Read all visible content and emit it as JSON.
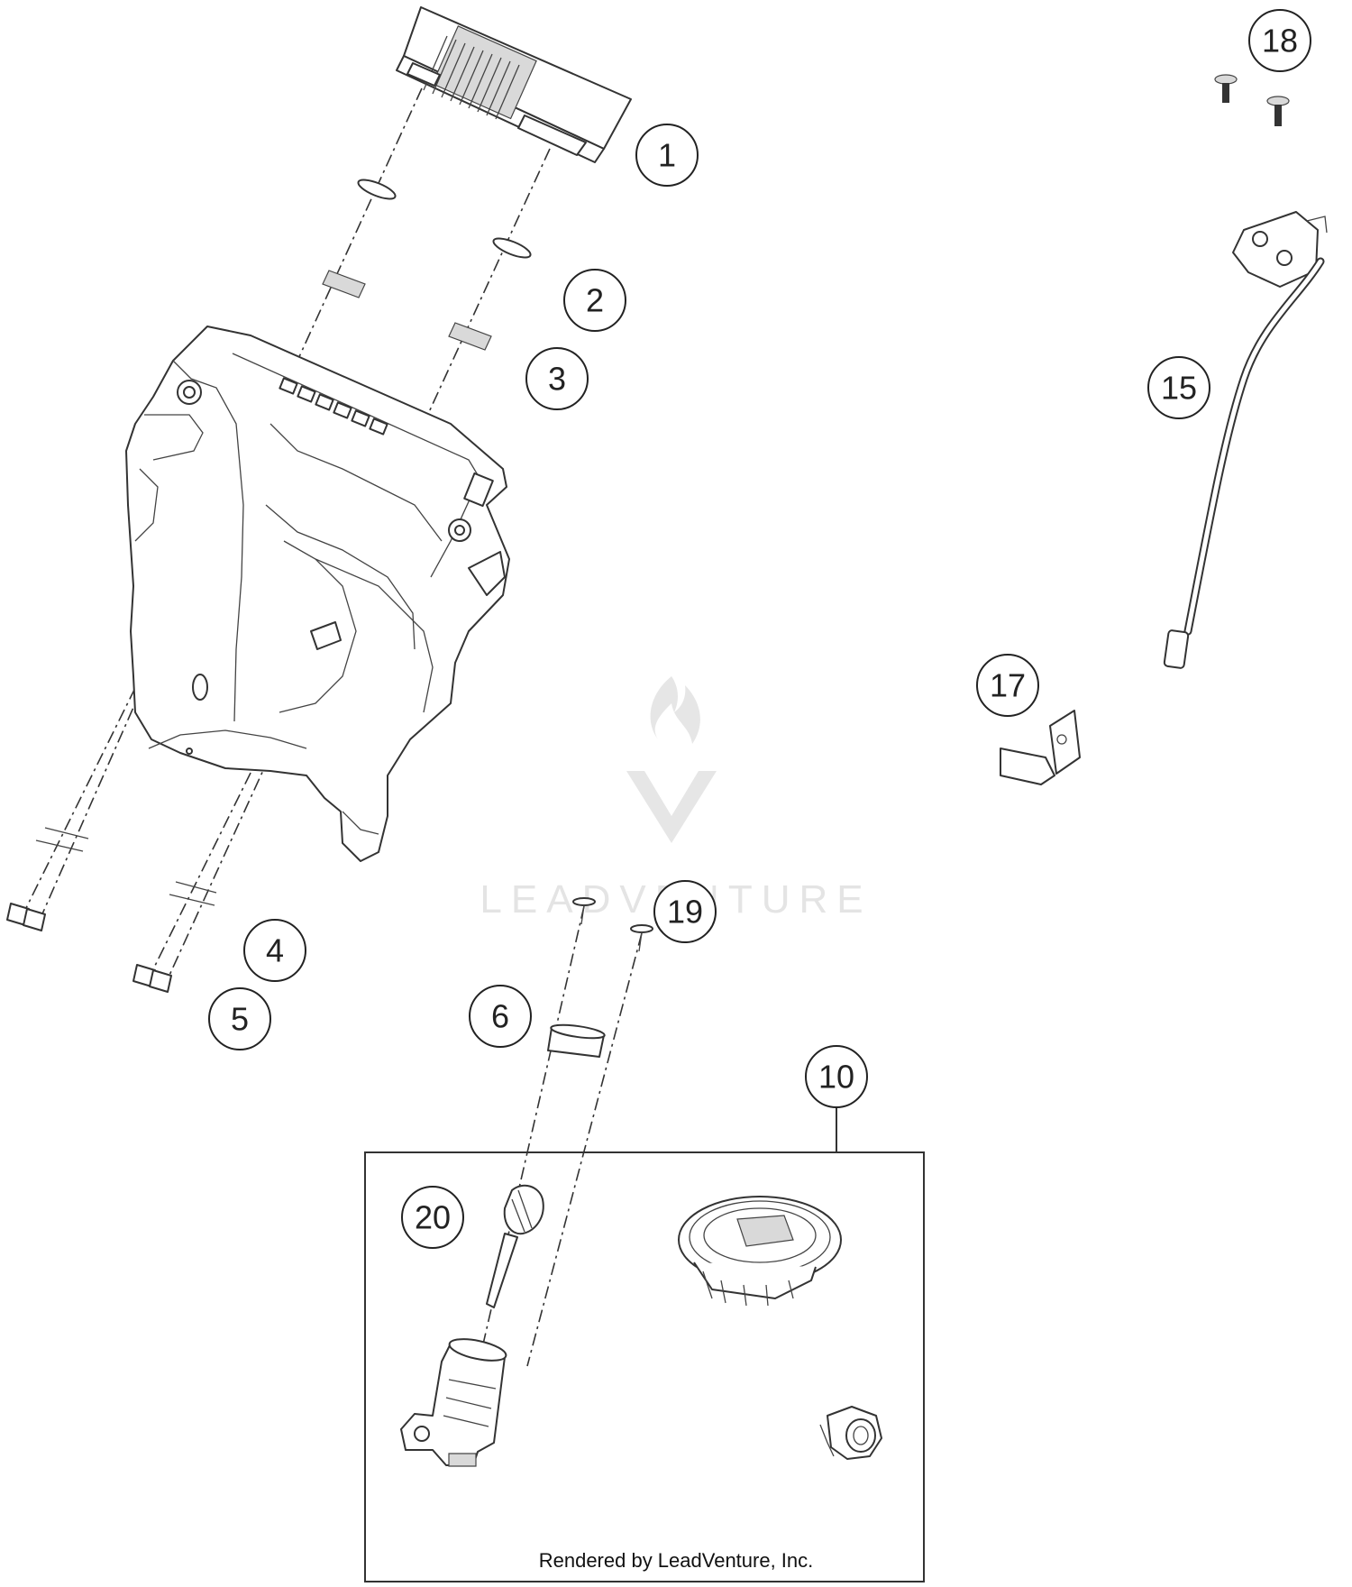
{
  "diagram": {
    "callouts": [
      "1",
      "2",
      "3",
      "4",
      "5",
      "6",
      "10",
      "15",
      "17",
      "18",
      "19",
      "20"
    ],
    "watermark": "LEADVENTURE",
    "footer": "Rendered by LeadVenture, Inc."
  },
  "colors": {
    "line": "#333333",
    "watermark": "#e4e4e4",
    "background": "#ffffff"
  }
}
